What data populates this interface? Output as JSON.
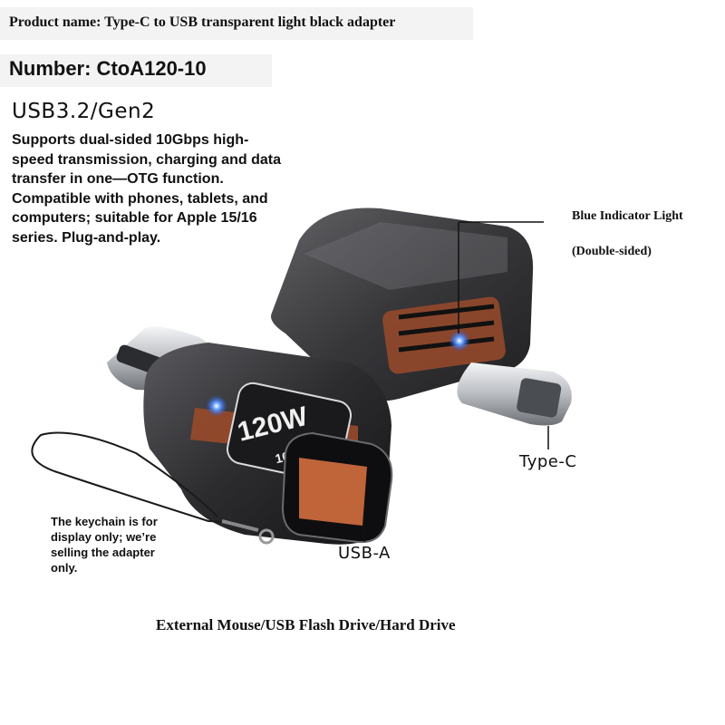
{
  "header": {
    "product_name": "Product name: Type-C to USB transparent light black adapter",
    "number": "Number: CtoA120-10"
  },
  "spec": {
    "standard": "USB3.2/Gen2",
    "description": "Supports dual-sided 10Gbps high-speed transmission, charging and data transfer in one—OTG function. Compatible with phones, tablets, and computers; suitable for Apple 15/16 series. Plug-and-play."
  },
  "callouts": {
    "indicator_title": "Blue Indicator Light",
    "indicator_sub": "(Double-sided)",
    "type_c": "Type-C",
    "usb_a": "USB-A"
  },
  "product_marks": {
    "wattage": "120W",
    "speed": "10Gbps"
  },
  "notes": {
    "keychain": "The keychain is for display only; we’re selling the adapter only."
  },
  "footer": {
    "uses": "External Mouse/USB Flash Drive/Hard Drive"
  },
  "colors": {
    "body_dark": "#2a2a2c",
    "accent_orange": "#9a4a2a",
    "indicator_blue": "#3a7bff",
    "metal": "#cfd2d6"
  }
}
